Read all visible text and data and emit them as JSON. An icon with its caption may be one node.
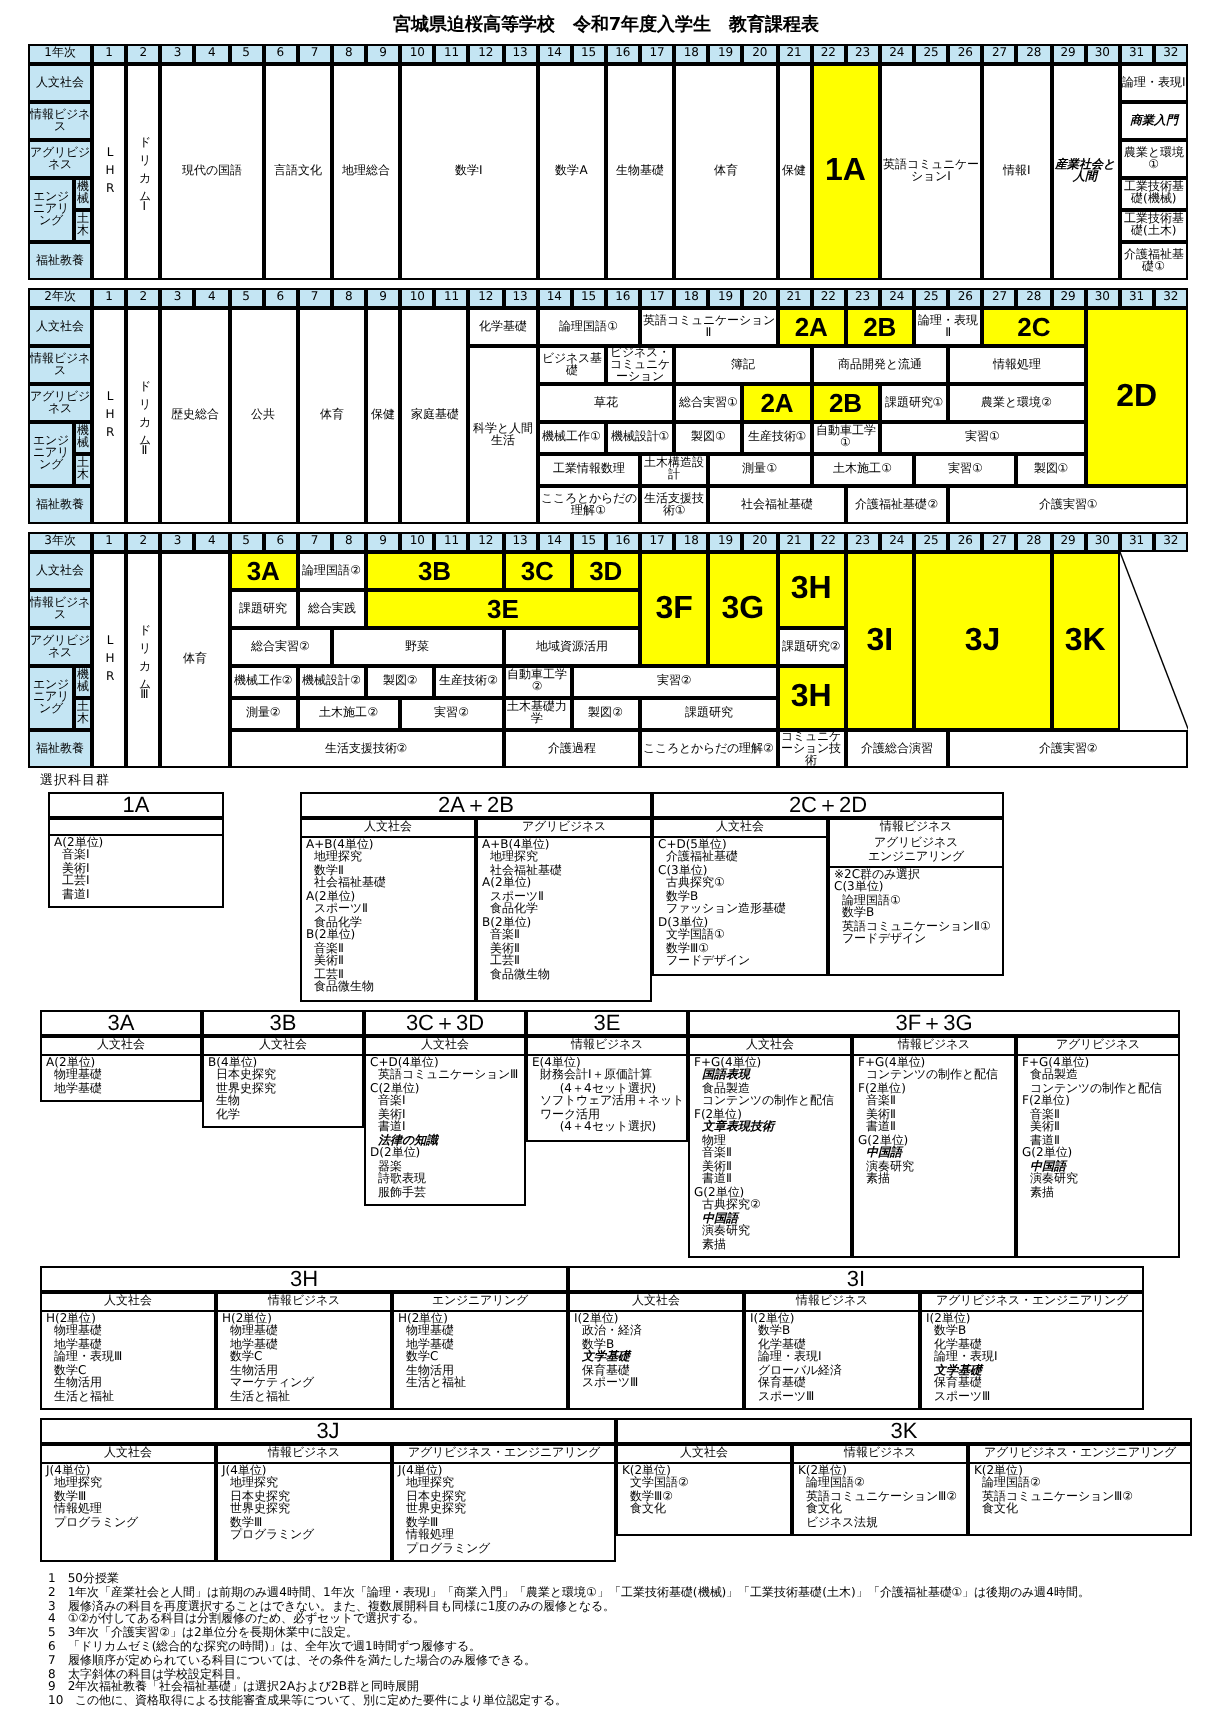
{
  "diagram": {
    "title": "宮城県迫桜高等学校　令和7年度入学生　教育課程表",
    "labels": [
      "1年次",
      "1",
      "2",
      "3",
      "4",
      "5",
      "6",
      "7",
      "8",
      "9",
      "10",
      "11",
      "12",
      "13",
      "14",
      "15",
      "16",
      "17",
      "18",
      "19",
      "20",
      "21",
      "22",
      "23",
      "24",
      "25",
      "26",
      "27",
      "28",
      "29",
      "30",
      "31",
      "32",
      "人文社会",
      "情報ビジネス",
      "アグリビジネス",
      "エンジニアリング",
      "機械",
      "土木",
      "福祉教養",
      "LHR",
      "ドリカムⅠ",
      "現代の国語",
      "言語文化",
      "地理総合",
      "数学Ⅰ",
      "数学A",
      "生物基礎",
      "体育",
      "保健",
      "1A",
      "英語コミュニケーションⅠ",
      "情報Ⅰ",
      "産業社会と人間",
      "論理・表現Ⅰ",
      "商業入門",
      "農業と環境①",
      "工業技術基礎(機械)",
      "工業技術基礎(土木)",
      "介護福祉基礎①",
      "2年次",
      "1",
      "2",
      "3",
      "4",
      "5",
      "6",
      "7",
      "8",
      "9",
      "10",
      "11",
      "12",
      "13",
      "14",
      "15",
      "16",
      "17",
      "18",
      "19",
      "20",
      "21",
      "22",
      "23",
      "24",
      "25",
      "26",
      "27",
      "28",
      "29",
      "30",
      "31",
      "32",
      "人文社会",
      "情報ビジネス",
      "アグリビジネス",
      "エンジニアリング",
      "機械",
      "土木",
      "福祉教養",
      "LHR",
      "ドリカムⅡ",
      "歴史総合",
      "公共",
      "体育",
      "保健",
      "家庭基礎",
      "化学基礎",
      "論理国語①",
      "英語コミュニケーションⅡ",
      "2A",
      "2B",
      "論理・表現Ⅱ",
      "2C",
      "2D",
      "科学と人間生活",
      "ビジネス基礎",
      "ビジネス・コミュニケーション",
      "簿記",
      "商品開発と流通",
      "情報処理",
      "草花",
      "総合実習①",
      "2A",
      "2B",
      "課題研究①",
      "農業と環境②",
      "機械工作①",
      "機械設計①",
      "製図①",
      "生産技術①",
      "自動車工学①",
      "実習①",
      "工業情報数理",
      "土木構造設計",
      "測量①",
      "土木施工①",
      "実習①",
      "製図①",
      "こころとからだの理解①",
      "生活支援技術①",
      "社会福祉基礎",
      "介護福祉基礎②",
      "介護実習①",
      "3年次",
      "1",
      "2",
      "3",
      "4",
      "5",
      "6",
      "7",
      "8",
      "9",
      "10",
      "11",
      "12",
      "13",
      "14",
      "15",
      "16",
      "17",
      "18",
      "19",
      "20",
      "21",
      "22",
      "23",
      "24",
      "25",
      "26",
      "27",
      "28",
      "29",
      "30",
      "31",
      "32",
      "人文社会",
      "情報ビジネス",
      "アグリビジネス",
      "エンジニアリング",
      "機械",
      "土木",
      "福祉教養",
      "LHR",
      "ドリカムⅢ",
      "体育",
      "3A",
      "論理国語②",
      "3B",
      "3C",
      "3D",
      "3F",
      "3G",
      "3H",
      "3I",
      "3J",
      "3K",
      "課題研究",
      "総合実践",
      "3E",
      "総合実習②",
      "野菜",
      "地域資源活用",
      "課題研究②",
      "機械工作②",
      "機械設計②",
      "製図②",
      "生産技術②",
      "自動車工学②",
      "実習②",
      "3H",
      "測量②",
      "土木施工②",
      "実習②",
      "土木基礎力学",
      "製図②",
      "課題研究",
      "生活支援技術②",
      "介護過程",
      "こころとからだの理解②",
      "コミュニケーション技術",
      "介護総合演習",
      "介護実習②",
      "選択科目群",
      "1A",
      "A(2単位)",
      "音楽Ⅰ",
      "美術Ⅰ",
      "工芸Ⅰ",
      "書道Ⅰ",
      "2A＋2B",
      "人文社会",
      "A+B(4単位)",
      "地理探究",
      "数学Ⅱ",
      "社会福祉基礎",
      "A(2単位)",
      "スポーツⅡ",
      "食品化学",
      "B(2単位)",
      "音楽Ⅱ",
      "美術Ⅱ",
      "工芸Ⅱ",
      "食品微生物",
      "アグリビジネス",
      "A+B(4単位)",
      "地理探究",
      "社会福祉基礎",
      "A(2単位)",
      "スポーツⅡ",
      "食品化学",
      "B(2単位)",
      "音楽Ⅱ",
      "美術Ⅱ",
      "工芸Ⅱ",
      "食品微生物",
      "2C＋2D",
      "人文社会",
      "C+D(5単位)",
      "介護福祉基礎",
      "C(3単位)",
      "古典探究①",
      "数学B",
      "ファッション造形基礎",
      "D(3単位)",
      "文学国語①",
      "数学Ⅲ①",
      "フードデザイン",
      "情報ビジネス",
      "アグリビジネス",
      "エンジニアリング",
      "※2C群のみ選択",
      "C(3単位)",
      "論理国語①",
      "数学B",
      "英語コミュニケーションⅡ①",
      "フードデザイン",
      "3A",
      "人文社会",
      "A(2単位)",
      "物理基礎",
      "地学基礎",
      "3B",
      "人文社会",
      "B(4単位)",
      "日本史探究",
      "世界史探究",
      "生物",
      "化学",
      "3C＋3D",
      "人文社会",
      "C+D(4単位)",
      "英語コミュニケーションⅢ",
      "C(2単位)",
      "音楽Ⅰ",
      "美術Ⅰ",
      "書道Ⅰ",
      "法律の知識",
      "D(2単位)",
      "器楽",
      "詩歌表現",
      "服飾手芸",
      "3E",
      "情報ビジネス",
      "E(4単位)",
      "財務会計Ⅰ＋原価計算",
      "(4＋4セット選択)",
      "ソフトウェア活用＋ネットワーク活用",
      "(4＋4セット選択)",
      "3F＋3G",
      "人文社会",
      "F+G(4単位)",
      "国語表現",
      "食品製造",
      "コンテンツの制作と配信",
      "F(2単位)",
      "文章表現技術",
      "物理",
      "音楽Ⅱ",
      "美術Ⅱ",
      "書道Ⅱ",
      "G(2単位)",
      "古典探究②",
      "中国語",
      "演奏研究",
      "素描",
      "情報ビジネス",
      "F+G(4単位)",
      "コンテンツの制作と配信",
      "F(2単位)",
      "音楽Ⅱ",
      "美術Ⅱ",
      "書道Ⅱ",
      "G(2単位)",
      "中国語",
      "演奏研究",
      "素描",
      "アグリビジネス",
      "F+G(4単位)",
      "食品製造",
      "コンテンツの制作と配信",
      "F(2単位)",
      "音楽Ⅱ",
      "美術Ⅱ",
      "書道Ⅱ",
      "G(2単位)",
      "中国語",
      "演奏研究",
      "素描",
      "3H",
      "人文社会",
      "H(2単位)",
      "物理基礎",
      "地学基礎",
      "論理・表現Ⅲ",
      "数学C",
      "生物活用",
      "生活と福祉",
      "情報ビジネス",
      "H(2単位)",
      "物理基礎",
      "地学基礎",
      "数学C",
      "生物活用",
      "マーケティング",
      "生活と福祉",
      "エンジニアリング",
      "H(2単位)",
      "物理基礎",
      "地学基礎",
      "数学C",
      "生物活用",
      "生活と福祉",
      "3I",
      "人文社会",
      "I(2単位)",
      "政治・経済",
      "数学B",
      "文学基礎",
      "保育基礎",
      "スポーツⅢ",
      "情報ビジネス",
      "I(2単位)",
      "数学B",
      "化学基礎",
      "論理・表現Ⅰ",
      "グローバル経済",
      "保育基礎",
      "スポーツⅢ",
      "アグリビジネス・エンジニアリング",
      "I(2単位)",
      "数学B",
      "化学基礎",
      "論理・表現Ⅰ",
      "文学基礎",
      "保育基礎",
      "スポーツⅢ",
      "3J",
      "人文社会",
      "J(4単位)",
      "地理探究",
      "数学Ⅲ",
      "情報処理",
      "プログラミング",
      "情報ビジネス",
      "J(4単位)",
      "地理探究",
      "日本史探究",
      "世界史探究",
      "数学Ⅲ",
      "プログラミング",
      "アグリビジネス・エンジニアリング",
      "J(4単位)",
      "地理探究",
      "日本史探究",
      "世界史探究",
      "数学Ⅲ",
      "情報処理",
      "プログラミング",
      "3K",
      "人文社会",
      "K(2単位)",
      "文学国語②",
      "数学Ⅲ②",
      "食文化",
      "情報ビジネス",
      "K(2単位)",
      "論理国語②",
      "英語コミュニケーションⅢ②",
      "食文化",
      "ビジネス法規",
      "アグリビジネス・エンジニアリング",
      "K(2単位)",
      "論理国語②",
      "英語コミュニケーションⅢ②",
      "食文化",
      "1　50分授業",
      "2　1年次「産業社会と人間」は前期のみ週4時間、1年次「論理・表現Ⅰ」「商業入門」「農業と環境①」「工業技術基礎(機械)」「工業技術基礎(土木)」「介護福祉基礎①」は後期のみ週4時間。",
      "3　履修済みの科目を再度選択することはできない。また、複数展開科目も同様に1度のみの履修となる。",
      "4　①②が付してある科目は分割履修のため、必ずセットで選択する。",
      "5　3年次「介護実習②」は2単位分を長期休業中に設定。",
      "6　「ドリカムゼミ(総合的な探究の時間)」は、全年次で週1時間ずつ履修する。",
      "7　履修順序が定められている科目については、その条件を満たした場合のみ履修できる。",
      "8　太字斜体の科目は学校設定科目。",
      "9　2年次福祉教養「社会福祉基礎」は選択2Aおよび2B群と同時展開",
      "10　この他に、資格取得による技能審査成果等について、別に定めた要件により単位認定する。"
    ]
  }
}
